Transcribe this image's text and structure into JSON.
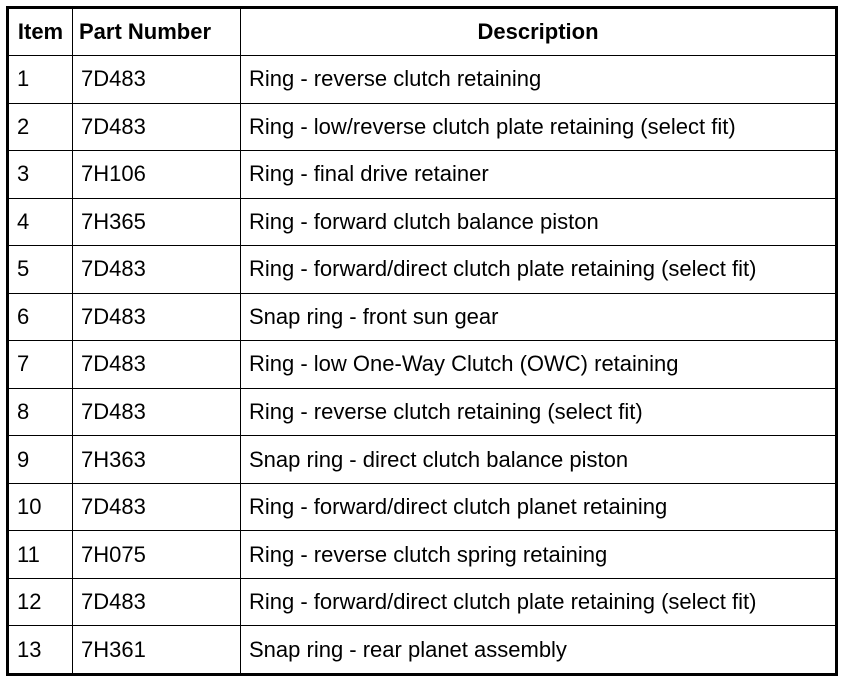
{
  "table": {
    "headers": {
      "item": "Item",
      "part_number": "Part Number",
      "description": "Description"
    },
    "rows": [
      {
        "item": "1",
        "part_number": "7D483",
        "description": "Ring - reverse clutch retaining"
      },
      {
        "item": "2",
        "part_number": "7D483",
        "description": "Ring - low/reverse clutch plate retaining (select fit)"
      },
      {
        "item": "3",
        "part_number": "7H106",
        "description": "Ring - final drive retainer"
      },
      {
        "item": "4",
        "part_number": "7H365",
        "description": "Ring - forward clutch balance piston"
      },
      {
        "item": "5",
        "part_number": "7D483",
        "description": "Ring - forward/direct clutch plate retaining (select fit)"
      },
      {
        "item": "6",
        "part_number": "7D483",
        "description": "Snap ring - front sun gear"
      },
      {
        "item": "7",
        "part_number": "7D483",
        "description": "Ring - low One-Way Clutch (OWC) retaining"
      },
      {
        "item": "8",
        "part_number": "7D483",
        "description": "Ring - reverse clutch retaining (select fit)"
      },
      {
        "item": "9",
        "part_number": "7H363",
        "description": "Snap ring - direct clutch balance piston"
      },
      {
        "item": "10",
        "part_number": "7D483",
        "description": "Ring - forward/direct clutch planet retaining"
      },
      {
        "item": "11",
        "part_number": "7H075",
        "description": "Ring - reverse clutch spring retaining"
      },
      {
        "item": "12",
        "part_number": "7D483",
        "description": "Ring - forward/direct clutch plate retaining (select fit)"
      },
      {
        "item": "13",
        "part_number": "7H361",
        "description": "Snap ring - rear planet assembly"
      }
    ]
  }
}
